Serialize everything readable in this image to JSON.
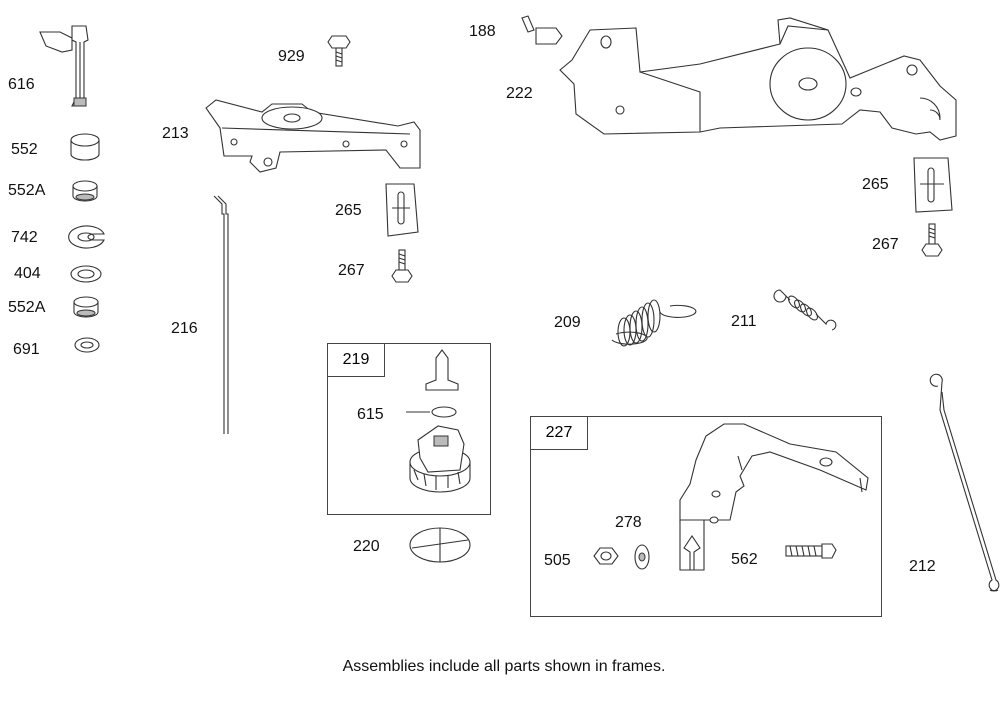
{
  "labels": {
    "p616": "616",
    "p552": "552",
    "p552a_1": "552A",
    "p742": "742",
    "p404": "404",
    "p552a_2": "552A",
    "p691": "691",
    "p216": "216",
    "p213": "213",
    "p929": "929",
    "p265_1": "265",
    "p267_1": "267",
    "p219": "219",
    "p615": "615",
    "p220": "220",
    "p188": "188",
    "p222": "222",
    "p265_2": "265",
    "p267_2": "267",
    "p209": "209",
    "p211": "211",
    "p227": "227",
    "p278": "278",
    "p505": "505",
    "p562": "562",
    "p212": "212"
  },
  "caption": "Assemblies include all parts shown in frames."
}
